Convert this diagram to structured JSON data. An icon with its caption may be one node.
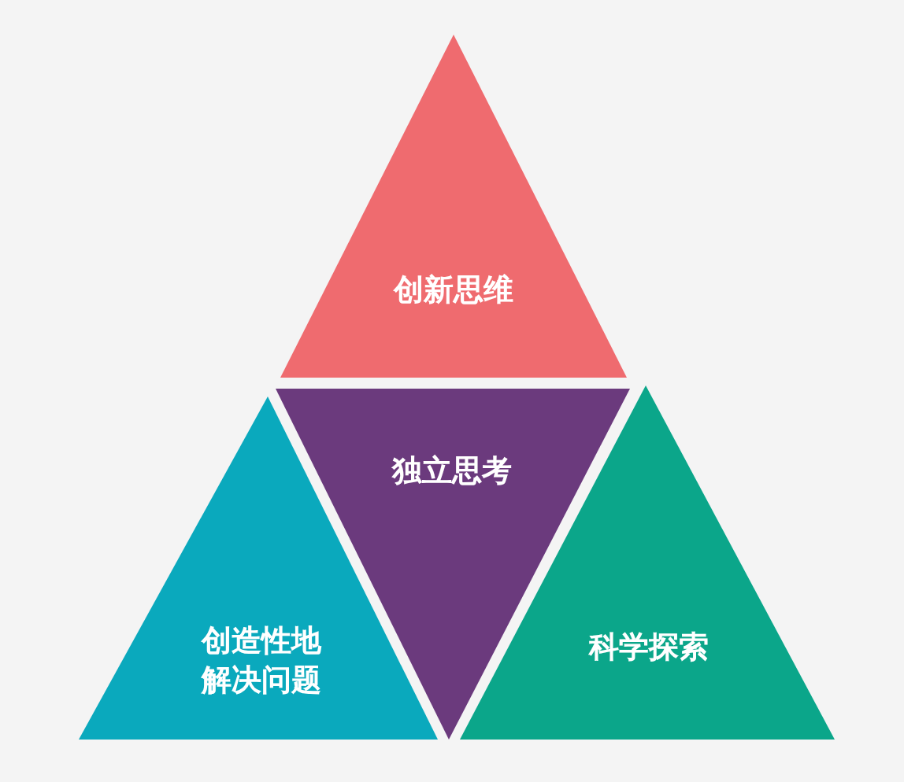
{
  "diagram": {
    "nodes": [
      {
        "text": [
          "创新思维"
        ]
      },
      {
        "text": [
          "独立思考"
        ]
      },
      {
        "text": [
          "创造性地解决问题"
        ]
      },
      {
        "text": [
          "科学探索"
        ]
      }
    ]
  }
}
